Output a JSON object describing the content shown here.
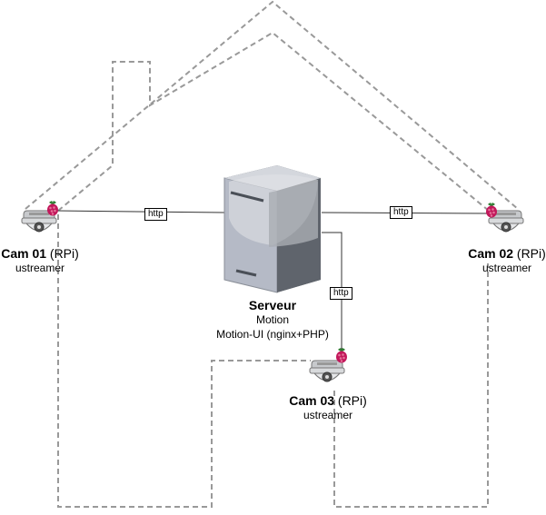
{
  "links": [
    {
      "id": "cam1",
      "label": "http"
    },
    {
      "id": "cam2",
      "label": "http"
    },
    {
      "id": "cam3",
      "label": "http"
    }
  ],
  "server": {
    "name": "Serveur",
    "line1": "Motion",
    "line2": "Motion-UI (nginx+PHP)"
  },
  "cameras": [
    {
      "name": "Cam 01",
      "suffix": " (RPi)",
      "software": "ustreamer"
    },
    {
      "name": "Cam 02",
      "suffix": " (RPi)",
      "software": "ustreamer"
    },
    {
      "name": "Cam 03",
      "suffix": " (RPi)",
      "software": "ustreamer"
    }
  ],
  "colors": {
    "house_outline": "#999999",
    "connector": "#333333",
    "raspberry": "#c2185b",
    "leaf": "#2e7d32",
    "server_light": "#b5bac6",
    "server_dark": "#5a6068"
  }
}
